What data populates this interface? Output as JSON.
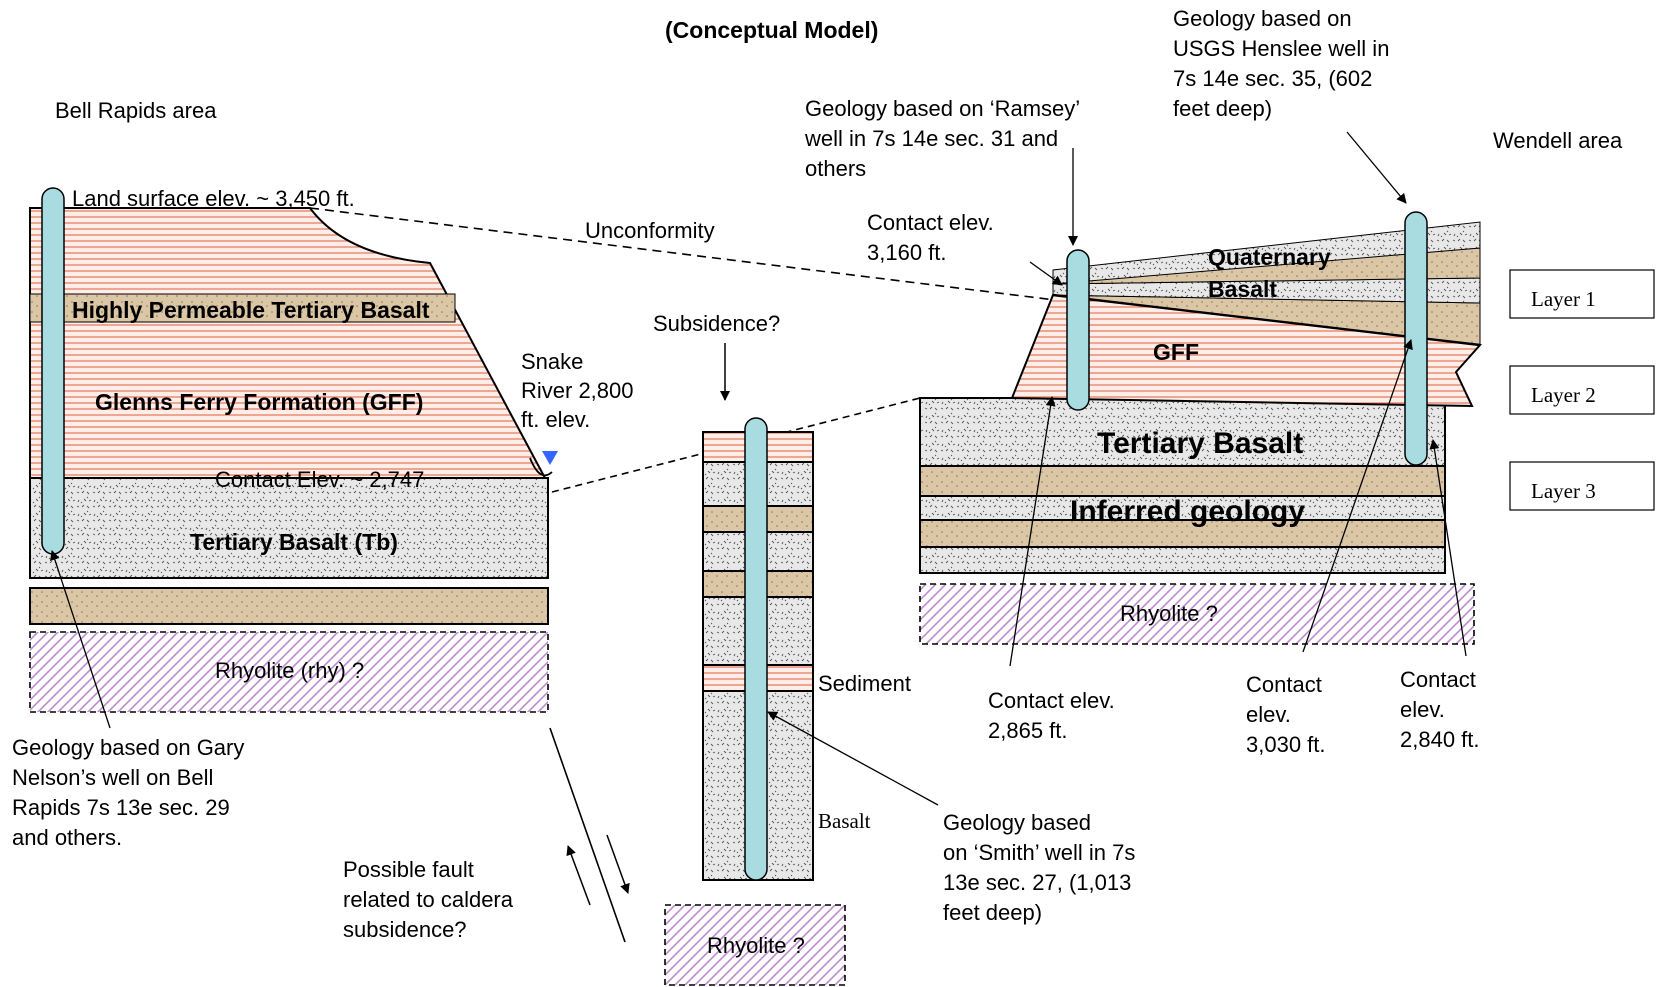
{
  "title": "(Conceptual Model)",
  "areas": {
    "left": "Bell Rapids area",
    "right": "Wendell area"
  },
  "left_section": {
    "land_surface": "Land surface elev. ~ 3,450 ft.",
    "highly_permeable": "Highly Permeable Tertiary Basalt",
    "gff": "Glenns Ferry Formation (GFF)",
    "contact": "Contact Elev. ~ 2,747",
    "tertiary_basalt": "Tertiary Basalt (Tb)",
    "rhyolite": "Rhyolite (rhy) ?",
    "snake_river": [
      "Snake",
      "River 2,800",
      "ft. elev."
    ],
    "well_note": [
      "Geology based on Gary",
      "Nelson’s well on Bell",
      "Rapids 7s 13e sec. 29",
      "and others."
    ]
  },
  "middle_section": {
    "unconformity": "Unconformity",
    "subsidence": "Subsidence?",
    "sediment": "Sediment",
    "basalt": "Basalt",
    "rhyolite": "Rhyolite ?",
    "fault": [
      "Possible fault",
      "related to caldera",
      "subsidence?"
    ],
    "well_note": [
      "Geology based",
      "on ‘Smith’ well in 7s",
      "13e sec. 27, (1,013",
      "feet deep)"
    ]
  },
  "right_section": {
    "ramsey_note": [
      "Geology based on ‘Ramsey’",
      " well in 7s 14e sec. 31 and",
      "others"
    ],
    "henslee_note": [
      "Geology based on",
      "USGS Henslee well in",
      "7s 14e sec. 35, (602",
      "feet deep)"
    ],
    "contact_3160": [
      "Contact elev.",
      " 3,160 ft."
    ],
    "quaternary": [
      "Quaternary",
      "Basalt"
    ],
    "gff": "GFF",
    "tertiary_basalt": "Tertiary Basalt",
    "inferred": "Inferred geology",
    "rhyolite": "Rhyolite ?",
    "contact_2865": [
      "Contact elev.",
      " 2,865 ft."
    ],
    "contact_3030": [
      "Contact",
      "elev.",
      "3,030 ft."
    ],
    "contact_2840": [
      "Contact",
      "elev.",
      "2,840 ft."
    ]
  },
  "layers": [
    "Layer 1",
    "Layer 2",
    "Layer 3"
  ],
  "colors": {
    "sediment_hatch": "#e06a4e",
    "sediment_bg": "#ffeee8",
    "basalt_bg": "#e8e8e8",
    "tan_bg": "#dbc7a6",
    "rhyolite_hatch": "#c08ad0",
    "well": "#a8dce0",
    "water": "#3366ff"
  }
}
